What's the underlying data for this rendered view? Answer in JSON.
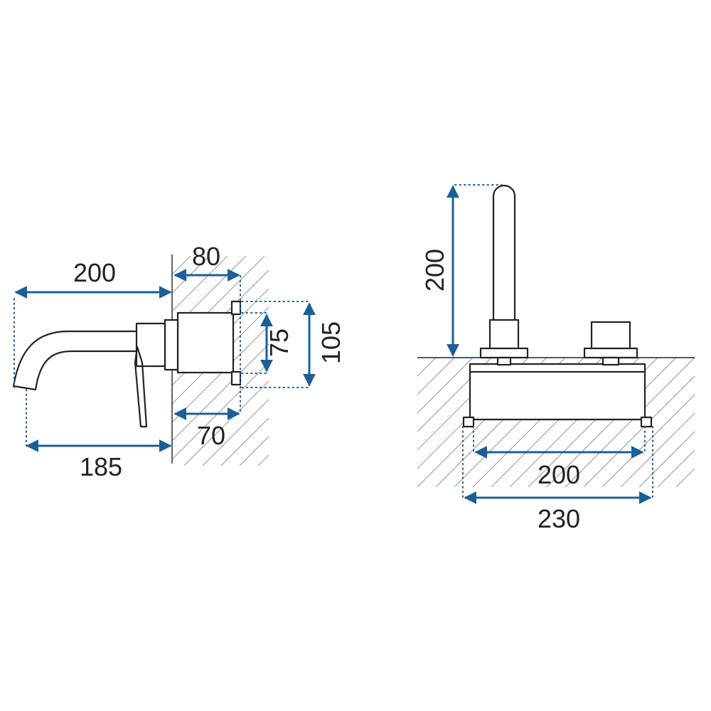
{
  "colors": {
    "dimension": "#1c5f96",
    "outline": "#222222",
    "hatch": "#9a9a9a",
    "background": "#ffffff"
  },
  "side_view": {
    "dim_spout_length": "200",
    "dim_wall_depth_max": "80",
    "dim_wall_depth_min": "70",
    "dim_box_height_inner": "75",
    "dim_box_height_outer": "105",
    "dim_spout_projection": "185"
  },
  "front_view": {
    "dim_spout_height": "200",
    "dim_box_width_inner": "200",
    "dim_box_width_outer": "230"
  }
}
